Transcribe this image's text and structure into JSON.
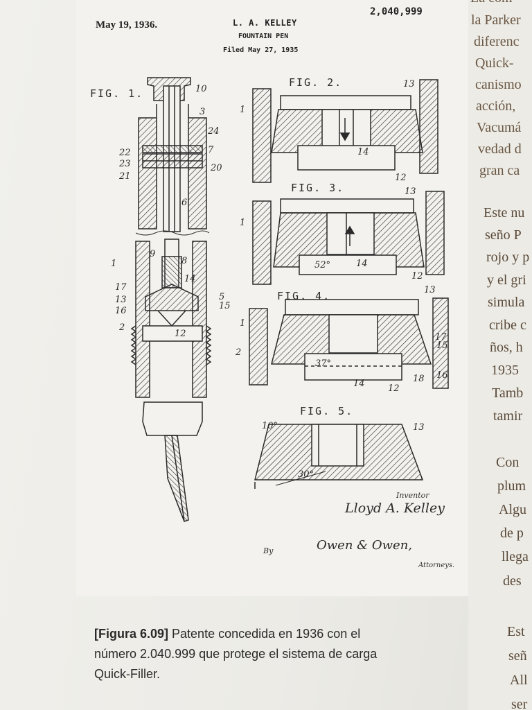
{
  "patent": {
    "date": "May 19, 1936.",
    "inventor_header": "L. A. KELLEY",
    "title": "FOUNTAIN PEN",
    "filed": "Filed May 27, 1935",
    "number": "2,040,999",
    "inventor_caption": "Inventor",
    "inventor_name": "Lloyd A. Kelley",
    "by": "By",
    "attorney_signature": "Owen & Owen,",
    "attorneys_caption": "Attorneys.",
    "figures": {
      "fig1": "FIG. 1.",
      "fig2": "FIG. 2.",
      "fig3": "FIG. 3.",
      "fig4": "FIG. 4.",
      "fig5": "FIG. 5."
    }
  },
  "right_column": {
    "lines": [
      "La com",
      "la Parker",
      "diferenc",
      "Quick-",
      "canismo",
      "acción,",
      "Vacumá",
      "vedad d",
      "gran ca",
      "Este nu",
      "seño P",
      "rojo y p",
      "y el gri",
      "simula",
      "cribe c",
      "ños, h",
      "1935",
      "Tamb",
      "tamir",
      "Con",
      "plum",
      "Algu",
      "de p",
      "llega",
      "des"
    ],
    "bottom_lines": [
      "Est",
      "señ",
      "All",
      "ser"
    ]
  },
  "caption": {
    "figure_ref": "[Figura 6.09]",
    "line1": " Patente concedida en 1936 con el",
    "line2": "número 2.040.999 que protege el sistema de carga",
    "line3": "Quick-Filler."
  }
}
